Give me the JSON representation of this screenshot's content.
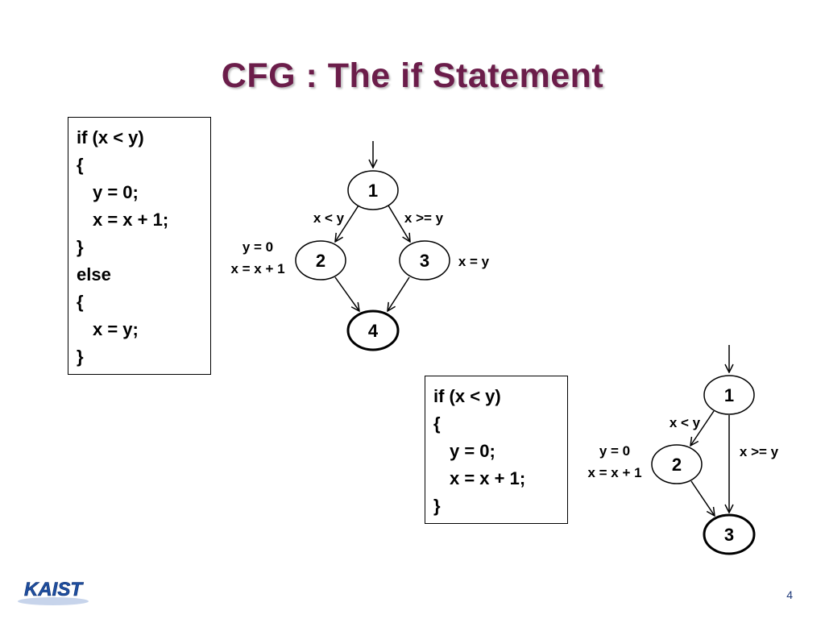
{
  "slide": {
    "title": "CFG : The if Statement",
    "page_number": "4",
    "logo_text": "KAIST"
  },
  "colors": {
    "title": "#6b1d4a",
    "logo_blue": "#1f4fa0",
    "page_number": "#1f3a7a"
  },
  "code1": {
    "lines": [
      "if (x < y)",
      "{",
      "y = 0;",
      "x = x + 1;",
      "}",
      "else",
      "{",
      "x = y;",
      "}"
    ]
  },
  "code2": {
    "lines": [
      "if (x < y)",
      "{",
      "y = 0;",
      "x = x + 1;",
      "}"
    ]
  },
  "cfg1": {
    "nodes": [
      "1",
      "2",
      "3",
      "4"
    ],
    "edge_labels": {
      "to2": "x < y",
      "to3": "x >= y",
      "node2_stmt1": "y = 0",
      "node2_stmt2": "x = x + 1",
      "node3_stmt": "x = y"
    }
  },
  "cfg2": {
    "nodes": [
      "1",
      "2",
      "3"
    ],
    "edge_labels": {
      "to2": "x < y",
      "to3": "x >= y",
      "node2_stmt1": "y = 0",
      "node2_stmt2": "x = x + 1"
    }
  }
}
